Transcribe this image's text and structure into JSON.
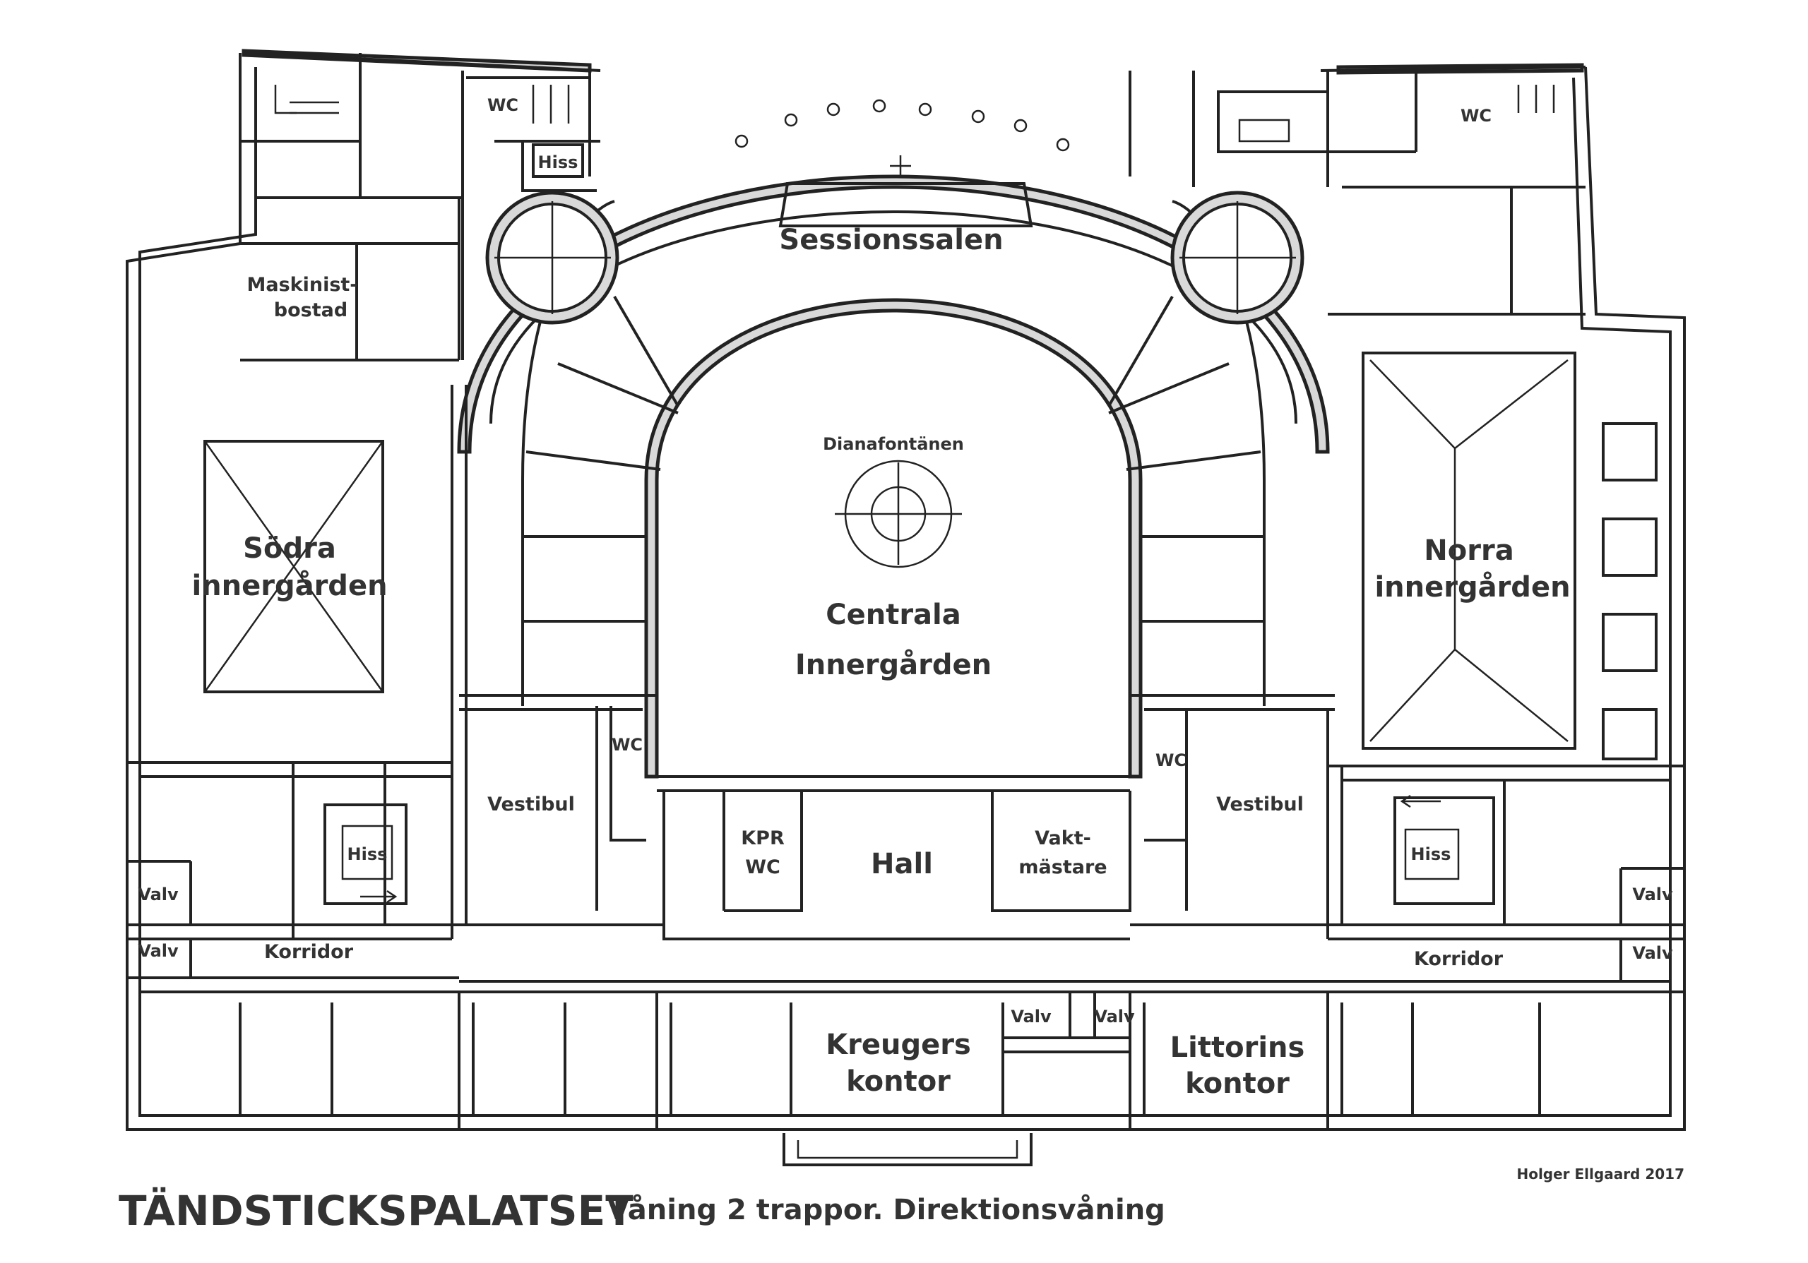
{
  "title": "TÄNDSTICKSPALATSET",
  "subtitle": "Våning 2 trappor. Direktionsvåning",
  "credit": "Holger Ellgaard 2017",
  "rooms": {
    "sessionssalen": "Sessionssalen",
    "dianafontanen": "Dianafontänen",
    "centrala_1": "Centrala",
    "centrala_2": "Innergården",
    "sodra_1": "Södra",
    "sodra_2": "innergården",
    "norra_1": "Norra",
    "norra_2": "innergården",
    "maskinist_1": "Maskinist-",
    "maskinist_2": "bostad",
    "wc_top_left": "WC",
    "wc_top_right": "WC",
    "wc_center_left": "WC",
    "wc_center_right": "WC",
    "hiss_top": "Hiss",
    "hiss_left": "Hiss",
    "hiss_right": "Hiss",
    "vestibul_left": "Vestibul",
    "vestibul_right": "Vestibul",
    "kpr_1": "KPR",
    "kpr_2": "WC",
    "hall": "Hall",
    "vakt_1": "Vakt-",
    "vakt_2": "mästare",
    "valv_left_1": "Valv",
    "valv_left_2": "Valv",
    "valv_right_1": "Valv",
    "valv_right_2": "Valv",
    "valv_center_1": "Valv",
    "valv_center_2": "Valv",
    "korridor_left": "Korridor",
    "korridor_right": "Korridor",
    "kreuger_1": "Kreugers",
    "kreuger_2": "kontor",
    "littorin_1": "Littorins",
    "littorin_2": "kontor"
  }
}
